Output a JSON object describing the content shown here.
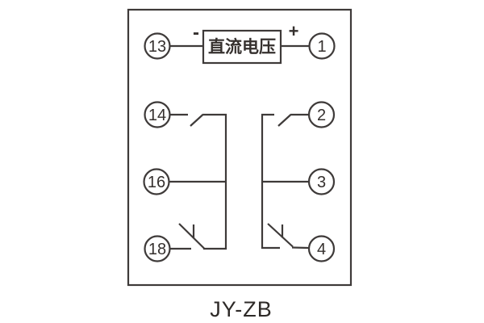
{
  "diagram": {
    "model_label": "JY-ZB",
    "power_box_label": "直流电压",
    "polarity": {
      "negative": "-",
      "positive": "+"
    },
    "terminals": {
      "top_left": "13",
      "top_right": "1",
      "left": [
        "14",
        "16",
        "18"
      ],
      "right": [
        "2",
        "3",
        "4"
      ]
    },
    "contacts": {
      "left_top": "normally-open",
      "left_bottom": "normally-closed",
      "right_top": "normally-open",
      "right_bottom": "normally-closed"
    },
    "colors": {
      "line": "#3e3a39",
      "text": "#35302e",
      "background": "#ffffff"
    }
  }
}
